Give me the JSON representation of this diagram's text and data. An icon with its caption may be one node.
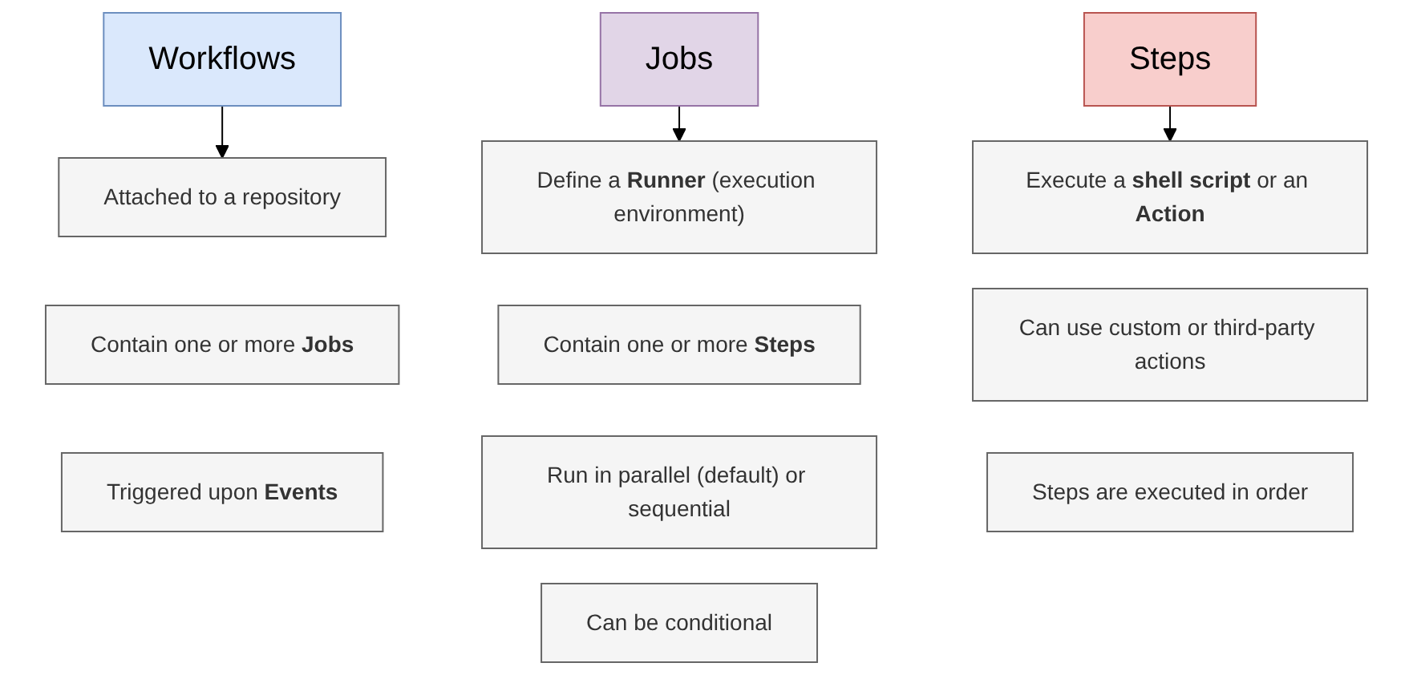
{
  "diagram": {
    "nodes": [
      {
        "text": [
          "Workflows"
        ]
      },
      {
        "text": [
          "Attached to a repository"
        ]
      },
      {
        "text": [
          "Contain one or more **Jobs**"
        ]
      },
      {
        "text": [
          "Triggered upon **Events**"
        ]
      },
      {
        "text": [
          "Jobs"
        ]
      },
      {
        "text": [
          "Define a **Runner** (execution environment)"
        ]
      },
      {
        "text": [
          "Contain one or more **Steps**"
        ]
      },
      {
        "text": [
          "Run in parallel (default) or sequential"
        ]
      },
      {
        "text": [
          "Can be conditional"
        ]
      },
      {
        "text": [
          "Steps"
        ]
      },
      {
        "text": [
          "Execute a **shell script** or an **Action**"
        ]
      },
      {
        "text": [
          "Can use custom or third-party actions"
        ]
      },
      {
        "text": [
          "Steps are executed in order"
        ]
      }
    ],
    "edges": [
      {
        "from": 0,
        "to": 1,
        "arrow": "to"
      },
      {
        "from": 4,
        "to": 5,
        "arrow": "to"
      },
      {
        "from": 9,
        "to": 10,
        "arrow": "to"
      }
    ]
  }
}
